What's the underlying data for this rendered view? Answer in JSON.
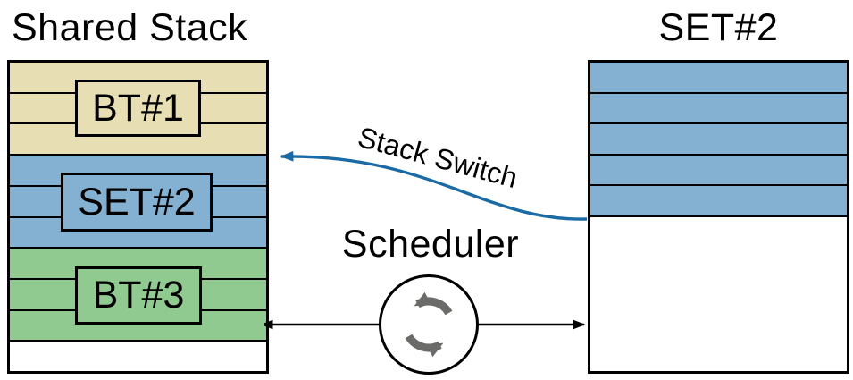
{
  "shared_stack": {
    "title": "Shared Stack",
    "sections": [
      {
        "id": "bt1",
        "label": "BT#1",
        "color": "tan",
        "rows": 3
      },
      {
        "id": "set2",
        "label": "SET#2",
        "color": "blue",
        "rows": 3
      },
      {
        "id": "bt3",
        "label": "BT#3",
        "color": "green",
        "rows": 3
      },
      {
        "id": "free",
        "label": "",
        "color": "white",
        "rows": 1
      }
    ]
  },
  "set2_stack": {
    "title": "SET#2",
    "used_rows": 5,
    "used_color": "blue",
    "free_color": "white"
  },
  "scheduler": {
    "label": "Scheduler",
    "icon": "sync-cycle-icon"
  },
  "stack_switch_arrow": {
    "label": "Stack Switch",
    "direction": "right-stack-to-shared-stack"
  },
  "exchange_arrow": {
    "direction": "bidirectional"
  },
  "colors": {
    "tan": "#e7dfb3",
    "blue": "#84b1d1",
    "green": "#90ca91",
    "white": "#ffffff",
    "arrow_blue": "#1a6aa5",
    "icon_gray": "#6b6b69",
    "line": "#000000"
  }
}
